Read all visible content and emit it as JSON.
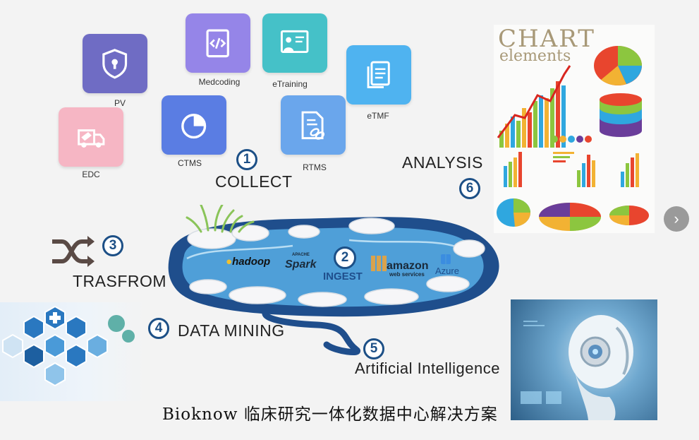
{
  "tiles": {
    "pv": {
      "label": "PV",
      "color": "#6f6cc4"
    },
    "medcoding": {
      "label": "Medcoding",
      "color": "#9585e8"
    },
    "etraining": {
      "label": "eTraining",
      "color": "#45c1c8"
    },
    "etmf": {
      "label": "eTMF",
      "color": "#4fb3f0"
    },
    "edc": {
      "label": "EDC",
      "color": "#f6b6c4"
    },
    "ctms": {
      "label": "CTMS",
      "color": "#5a7de3"
    },
    "rtms": {
      "label": "RTMS",
      "color": "#6aa6ec"
    }
  },
  "steps": {
    "collect": {
      "num": "1",
      "label": "COLLECT"
    },
    "ingest": {
      "num": "2",
      "label": "INGEST"
    },
    "transform": {
      "num": "3",
      "label": "TRASFROM"
    },
    "mining": {
      "num": "4",
      "label": "DATA MINING"
    },
    "ai": {
      "num": "5",
      "label": "Artificial Intelligence"
    },
    "analysis": {
      "num": "6",
      "label": "ANALYSIS"
    }
  },
  "brands": {
    "hadoop": "hadoop",
    "spark_small": "APACHE",
    "spark": "Spark",
    "amazon": "amazon",
    "amazon_sub": "web services",
    "azure": "Azure"
  },
  "chart_image": {
    "title_line1": "CHART",
    "title_line2": "elements"
  },
  "footer": "Bioknow 临床研究一体化数据中心解决方案",
  "icons": [
    "shield-lock-icon",
    "code-file-icon",
    "presenter-icon",
    "documents-icon",
    "truck-icon",
    "pie-chart-icon",
    "document-link-icon",
    "shuffle-icon",
    "chevron-right-icon"
  ],
  "colors": {
    "step_blue": "#1c4f86",
    "lake": "#4f9fd8",
    "lake_dark": "#1f4e8c"
  }
}
